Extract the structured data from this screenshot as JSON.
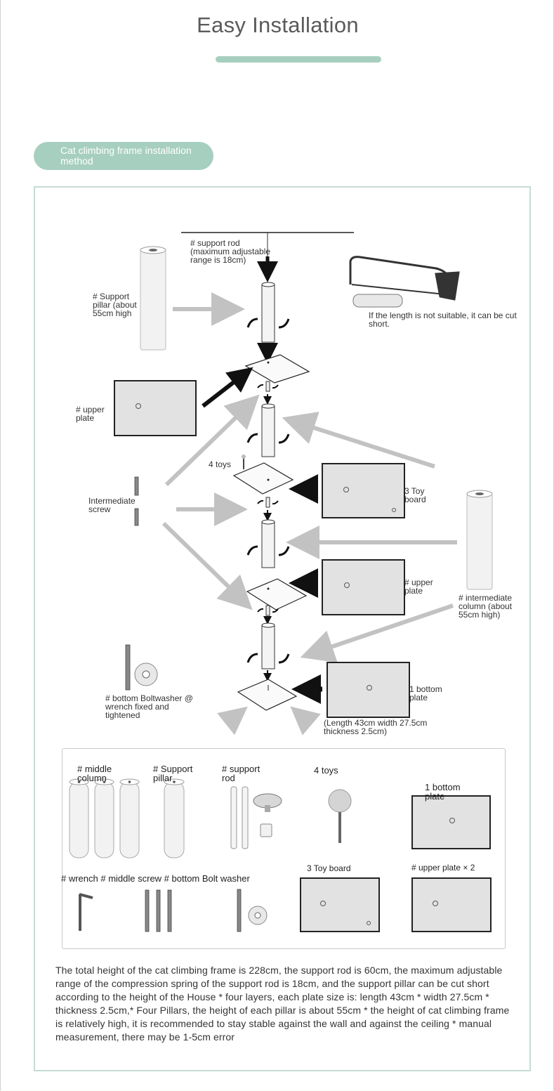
{
  "header": {
    "title": "Easy Installation"
  },
  "section": {
    "pill_label": "Cat climbing frame installation method"
  },
  "diagram": {
    "support_rod": "# support rod (maximum adjustable range is 18cm)",
    "support_pillar": "# Support pillar (about 55cm high",
    "saw_note": "If the length is not suitable, it can be cut short.",
    "upper_plate_left": "# upper plate",
    "four_toys": "4 toys",
    "toy_board": "3 Toy board",
    "intermediate_screw": "Intermediate screw",
    "upper_plate_right": "# upper plate",
    "intermediate_column": "# intermediate column (about 55cm high)",
    "bottom_bolt": "# bottom Boltwasher @ wrench fixed and tightened",
    "bottom_plate": "1 bottom plate",
    "dimensions": "(Length 43cm width 27.5cm thickness 2.5cm)"
  },
  "parts": {
    "middle_column": "# middle column",
    "support_pillar": "# Support pillar",
    "support_rod": "# support rod",
    "four_toys": "4 toys",
    "bottom_plate": "1 bottom plate",
    "hardware_row": "# wrench # middle screw # bottom Bolt washer",
    "toy_board": "3 Toy board",
    "upper_plate_x2": "# upper plate × 2"
  },
  "description": "The total height of the cat climbing frame is 228cm, the support rod is 60cm, the maximum adjustable range of the compression spring of the support rod is 18cm, and the support pillar can be cut short according to the height of the House * four layers, each plate size is: length 43cm * width 27.5cm * thickness 2.5cm,* Four Pillars, the height of each pillar is about 55cm * the height of cat climbing frame is relatively high, it is recommended to stay stable against the wall and against the ceiling * manual measurement, there may be 1-5cm error",
  "colors": {
    "accent": "#a7cfbf",
    "frame_border": "#c4ddd3",
    "plate_fill": "#e2e2e2",
    "arrow_grey": "#c2c2c2"
  }
}
